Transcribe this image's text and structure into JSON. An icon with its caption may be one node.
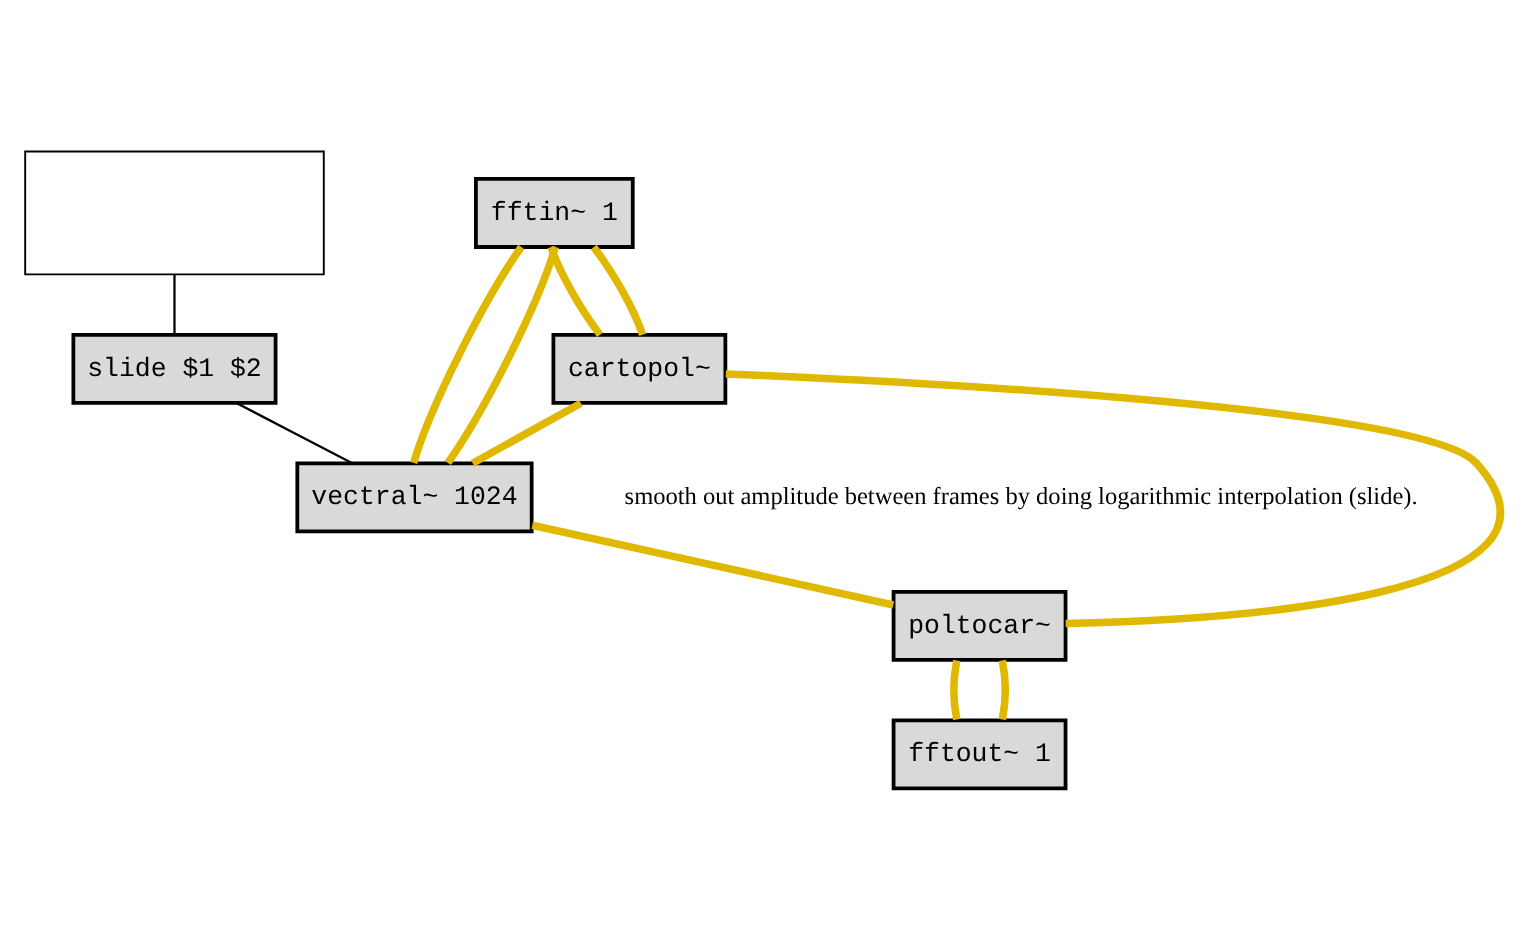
{
  "diagram": {
    "nodes": [
      {
        "text": [],
        "shape": "box"
      },
      {
        "text": [
          "fftin~ 1"
        ]
      },
      {
        "text": [
          "cartopol~"
        ]
      },
      {
        "text": [
          "slide $1 $2"
        ]
      },
      {
        "text": [
          "vectral~ 1024"
        ]
      },
      {
        "text": [
          "poltocar~"
        ]
      },
      {
        "text": [
          "fftout~ 1"
        ]
      }
    ],
    "edges": [
      {
        "from": 0,
        "to": 3,
        "arrow": "none",
        "color": "#000000"
      },
      {
        "from": 1,
        "to": 2,
        "arrow": "none"
      },
      {
        "from": 1,
        "to": 2,
        "arrow": "none"
      },
      {
        "from": 1,
        "to": 4,
        "arrow": "none"
      },
      {
        "from": 1,
        "to": 4,
        "arrow": "none"
      },
      {
        "from": 3,
        "to": 4,
        "arrow": "none",
        "color": "#000000"
      },
      {
        "from": 2,
        "to": 4,
        "arrow": "none"
      },
      {
        "from": 2,
        "to": 5,
        "arrow": "none"
      },
      {
        "from": 4,
        "to": 5,
        "arrow": "none"
      },
      {
        "from": 5,
        "to": 6,
        "arrow": "none"
      },
      {
        "from": 5,
        "to": 6,
        "arrow": "none"
      }
    ],
    "labels": [
      "smooth out amplitude between frames by doing logarithmic interpolation (slide)."
    ]
  }
}
